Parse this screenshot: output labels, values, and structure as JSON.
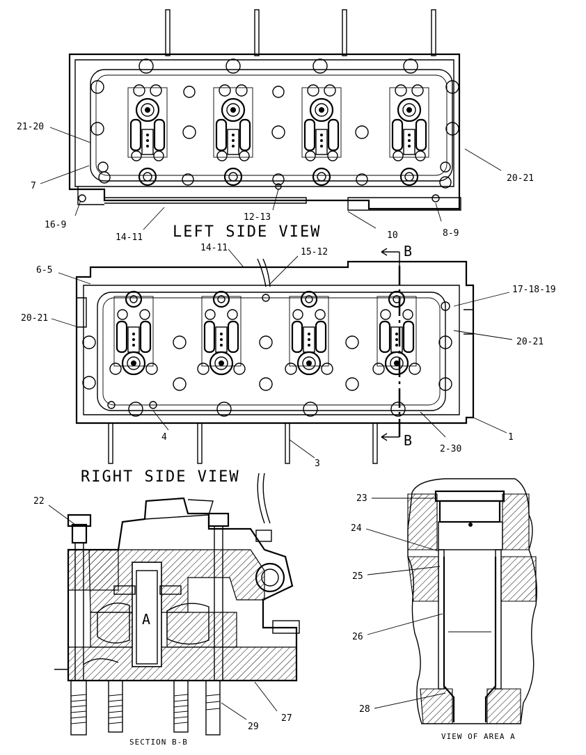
{
  "views": {
    "left_title": "LEFT SIDE VIEW",
    "right_title": "RIGHT SIDE VIEW",
    "section_title": "SECTION B-B",
    "area_title": "VIEW OF AREA A",
    "section_marker": "B",
    "area_marker": "A"
  },
  "callouts": {
    "left": [
      "21-20",
      "7",
      "16-9",
      "14-11",
      "12-13",
      "10",
      "8-9",
      "20-21"
    ],
    "right": [
      "14-11",
      "15-12",
      "6-5",
      "20-21",
      "17-18-19",
      "20-21",
      "4",
      "3",
      "2-30",
      "1"
    ],
    "section": [
      "22",
      "29",
      "27"
    ],
    "area": [
      "23",
      "24",
      "25",
      "26",
      "28"
    ]
  }
}
